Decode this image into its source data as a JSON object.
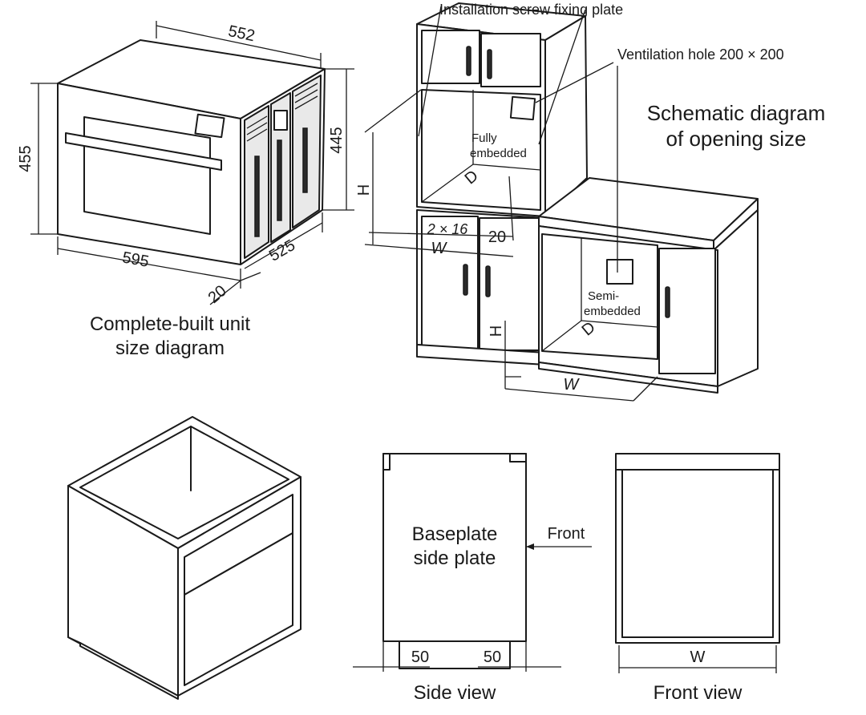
{
  "oven": {
    "dim_depth_top": "552",
    "dim_height_front": "455",
    "dim_height_back": "445",
    "dim_width": "595",
    "dim_depth_side": "525",
    "dim_front_thickness": "20",
    "caption_line1": "Complete-built unit",
    "caption_line2": "size diagram"
  },
  "opening": {
    "label_screw_plate": "Installation screw fixing plate",
    "label_ventilation": "Ventilation hole 200 × 200",
    "title_line1": "Schematic diagram",
    "title_line2": "of opening size",
    "fully_line1": "Fully",
    "fully_line2": "embedded",
    "semi_line1": "Semi-",
    "semi_line2": "embedded",
    "dim_h": "H",
    "dim_d": "D",
    "dim_w": "W",
    "dim_2x16": "2 × 16",
    "dim_20": "20"
  },
  "side_view": {
    "plate_line1": "Baseplate",
    "plate_line2": "side plate",
    "front_label": "Front",
    "dim_left": "50",
    "dim_right": "50",
    "caption": "Side view"
  },
  "front_view": {
    "dim_w": "W",
    "caption": "Front view"
  }
}
